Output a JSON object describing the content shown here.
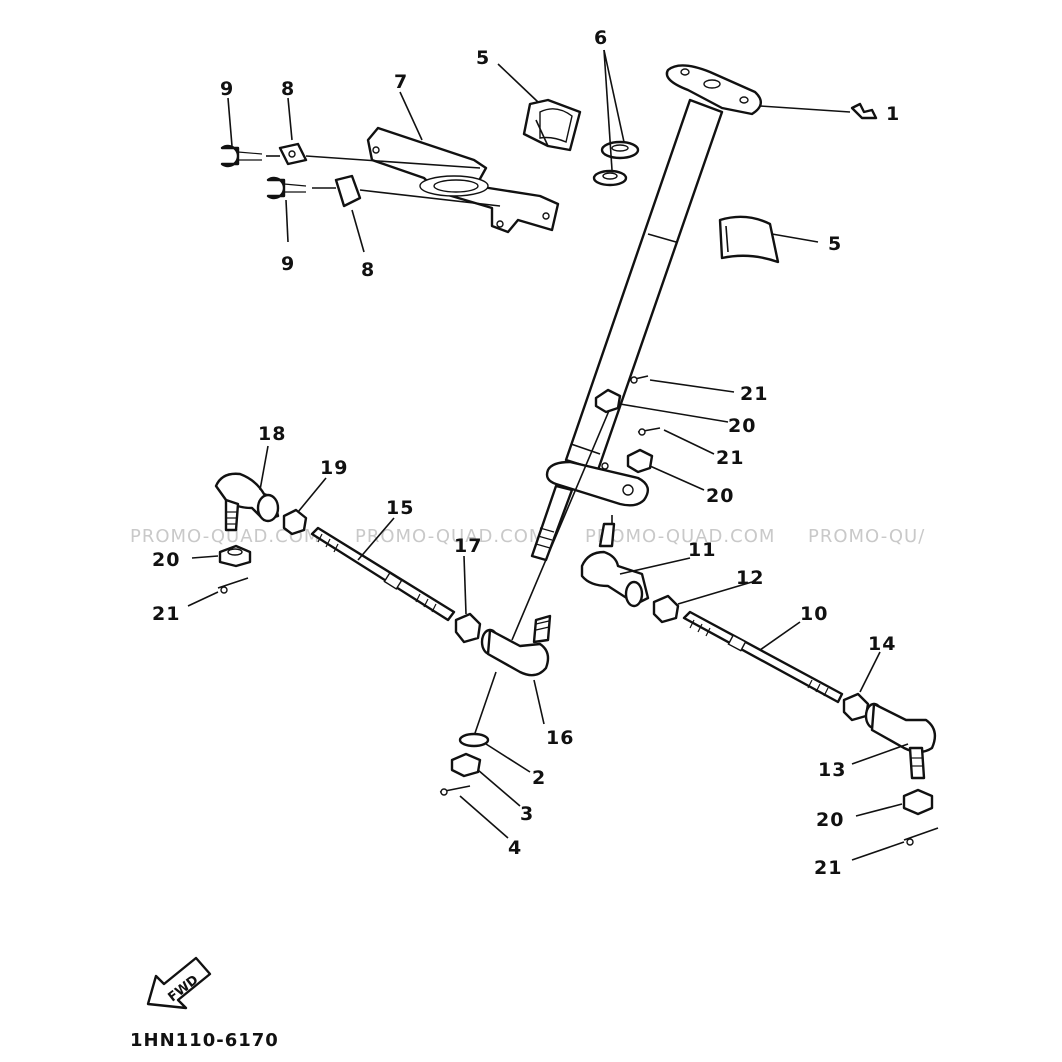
{
  "diagram": {
    "callouts": {
      "c1": "1",
      "c2": "2",
      "c3": "3",
      "c4": "4",
      "c5a": "5",
      "c5b": "5",
      "c6": "6",
      "c7": "7",
      "c8a": "8",
      "c8b": "8",
      "c9a": "9",
      "c9b": "9",
      "c10": "10",
      "c11": "11",
      "c12": "12",
      "c13": "13",
      "c14": "14",
      "c15": "15",
      "c16": "16",
      "c17": "17",
      "c18": "18",
      "c19": "19",
      "c20a": "20",
      "c20b": "20",
      "c20c": "20",
      "c20d": "20",
      "c21a": "21",
      "c21b": "21",
      "c21c": "21",
      "c21d": "21"
    },
    "watermarks": [
      "PROMO-QUAD.COM",
      "PROMO-QUAD.COM",
      "PROMO-QUAD.COM",
      "PROMO-QU/"
    ],
    "fwd_label": "FWD",
    "drawing_code": "1HN110-6170"
  }
}
